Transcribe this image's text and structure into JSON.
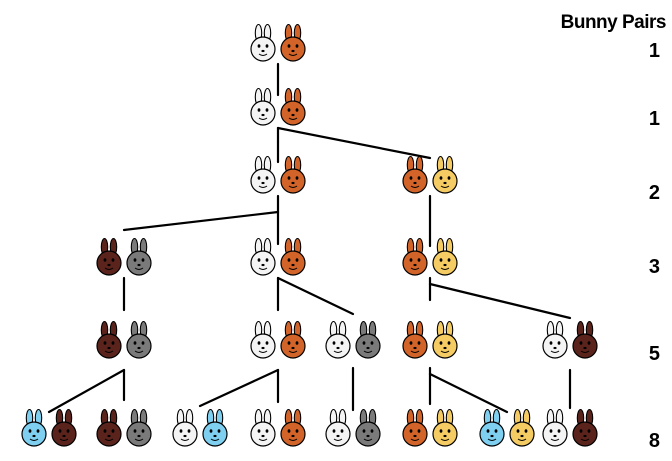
{
  "header": "Bunny Pairs",
  "colors": {
    "white": "#f4f4f4",
    "orange": "#d2642a",
    "dark_brown": "#5a231c",
    "gray": "#7a7a7a",
    "yellow": "#f5cc63",
    "blue": "#7ecff0",
    "outline": "#000000"
  },
  "generations": [
    {
      "count": "1",
      "pairs": [
        [
          "white",
          "orange"
        ]
      ]
    },
    {
      "count": "1",
      "pairs": [
        [
          "white",
          "orange"
        ]
      ]
    },
    {
      "count": "2",
      "pairs": [
        [
          "white",
          "orange"
        ],
        [
          "orange",
          "yellow"
        ]
      ]
    },
    {
      "count": "3",
      "pairs": [
        [
          "dark_brown",
          "gray"
        ],
        [
          "white",
          "orange"
        ],
        [
          "orange",
          "yellow"
        ]
      ]
    },
    {
      "count": "5",
      "pairs": [
        [
          "dark_brown",
          "gray"
        ],
        [
          "white",
          "orange"
        ],
        [
          "white",
          "gray"
        ],
        [
          "orange",
          "yellow"
        ],
        [
          "white",
          "dark_brown"
        ]
      ]
    },
    {
      "count": "8",
      "pairs": [
        [
          "blue",
          "dark_brown"
        ],
        [
          "dark_brown",
          "gray"
        ],
        [
          "white",
          "blue"
        ],
        [
          "white",
          "orange"
        ],
        [
          "white",
          "gray"
        ],
        [
          "orange",
          "yellow"
        ],
        [
          "blue",
          "yellow"
        ],
        [
          "white",
          "dark_brown"
        ]
      ]
    }
  ]
}
